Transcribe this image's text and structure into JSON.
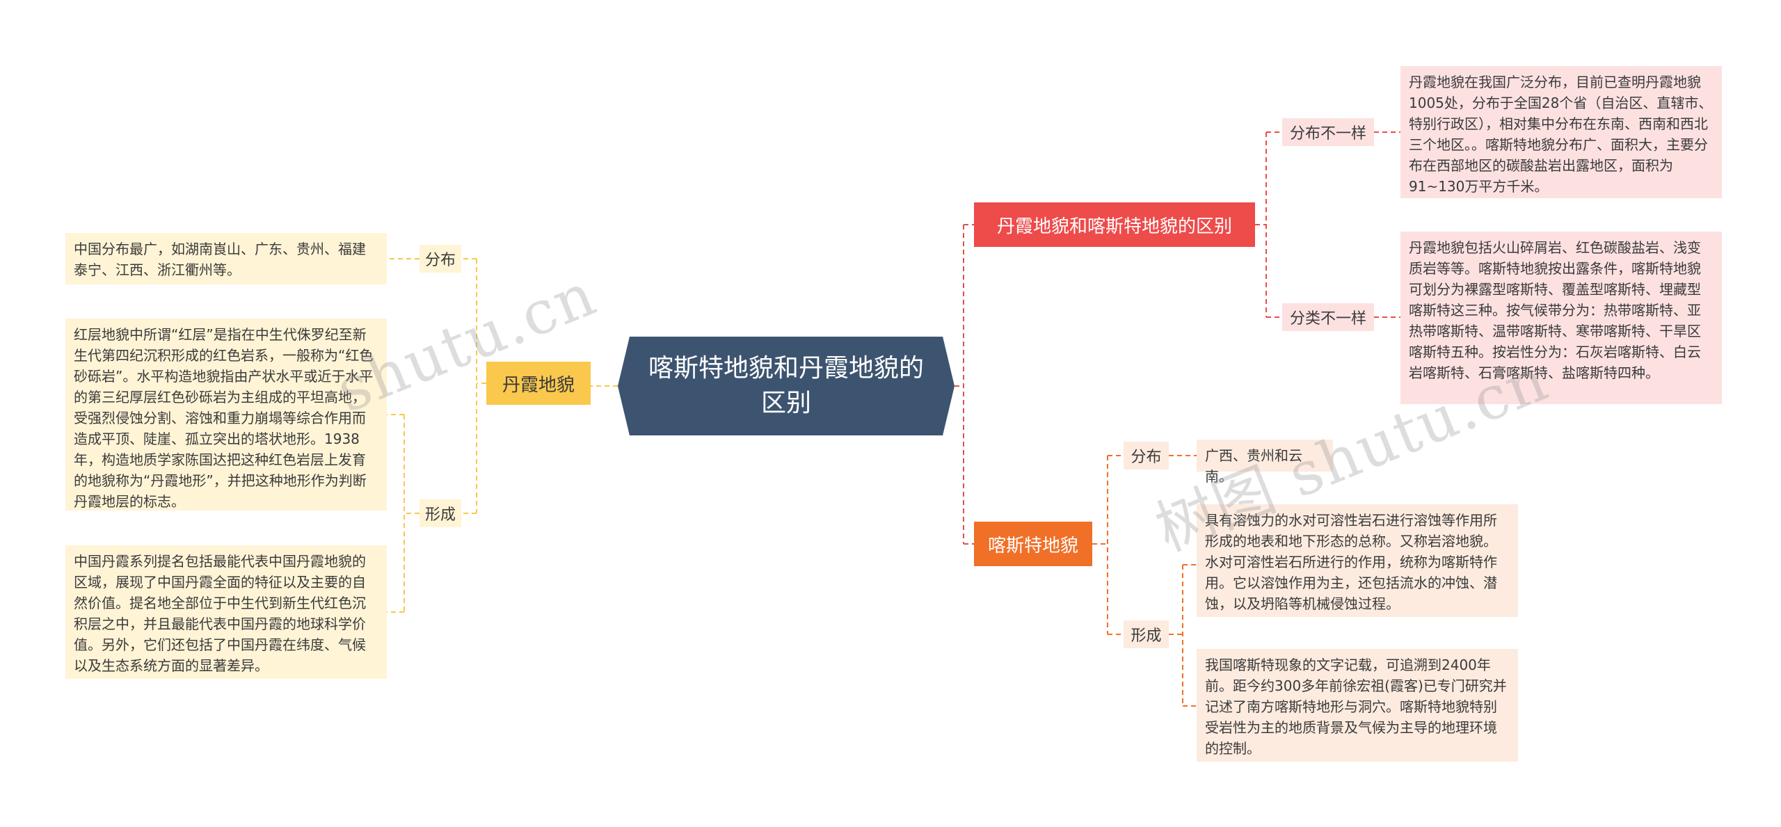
{
  "root": {
    "title": "喀斯特地貌和丹霞地貌的区别"
  },
  "left_branch": {
    "label": "丹霞地貌",
    "distribution": {
      "label": "分布",
      "text": "中国分布最广，如湖南崀山、广东、贵州、福建泰宁、江西、浙江衢州等。"
    },
    "formation": {
      "label": "形成",
      "texts": [
        "红层地貌中所谓“红层”是指在中生代侏罗纪至新生代第四纪沉积形成的红色岩系，一般称为“红色砂砾岩”。水平构造地貌指由产状水平或近于水平的第三纪厚层红色砂砾岩为主组成的平坦高地，受强烈侵蚀分割、溶蚀和重力崩塌等综合作用而造成平顶、陡崖、孤立突出的塔状地形。1938年，构造地质学家陈国达把这种红色岩层上发育的地貌称为“丹霞地形”，并把这种地形作为判断丹霞地层的标志。",
        "中国丹霞系列提名包括最能代表中国丹霞地貌的区域，展现了中国丹霞全面的特征以及主要的自然价值。提名地全部位于中生代到新生代红色沉积层之中，并且最能代表中国丹霞的地球科学价值。另外，它们还包括了中国丹霞在纬度、气候以及生态系统方面的显著差异。"
      ]
    }
  },
  "right_top_branch": {
    "label": "丹霞地貌和喀斯特地貌的区别",
    "distribution": {
      "label": "分布不一样",
      "text": "丹霞地貌在我国广泛分布，目前已查明丹霞地貌1005处，分布于全国28个省（自治区、直辖市、特别行政区），相对集中分布在东南、西南和西北三个地区。。喀斯特地貌分布广、面积大，主要分布在西部地区的碳酸盐岩出露地区，面积为91~130万平方千米。"
    },
    "classification": {
      "label": "分类不一样",
      "text": "丹霞地貌包括火山碎屑岩、红色碳酸盐岩、浅变质岩等等。喀斯特地貌按出露条件，喀斯特地貌可划分为裸露型喀斯特、覆盖型喀斯特、埋藏型喀斯特这三种。按气候带分为：热带喀斯特、亚热带喀斯特、温带喀斯特、寒带喀斯特、干旱区喀斯特五种。按岩性分为：石灰岩喀斯特、白云岩喀斯特、石膏喀斯特、盐喀斯特四种。"
    }
  },
  "right_bottom_branch": {
    "label": "喀斯特地貌",
    "distribution": {
      "label": "分布",
      "text": "广西、贵州和云南。"
    },
    "formation": {
      "label": "形成",
      "texts": [
        "具有溶蚀力的水对可溶性岩石进行溶蚀等作用所形成的地表和地下形态的总称。又称岩溶地貌。水对可溶性岩石所进行的作用，统称为喀斯特作用。它以溶蚀作用为主，还包括流水的冲蚀、潜蚀，以及坍陷等机械侵蚀过程。",
        "我国喀斯特现象的文字记载，可追溯到2400年前。距今约300多年前徐宏祖(霞客)已专门研究并记述了南方喀斯特地形与洞穴。喀斯特地貌特别受岩性为主的地质背景及气候为主导的地理环境的控制。"
      ]
    }
  },
  "watermarks": [
    "shutu.cn",
    "树图 shutu.cn"
  ],
  "colors": {
    "root_bg": "#3d5470",
    "danxia_branch": "#f9c84d",
    "difference_branch": "#ee4b4b",
    "karst_branch": "#f07028",
    "yellow_leaf": "#fff4d6",
    "red_leaf": "#fde1e1",
    "orange_leaf": "#fdebdf"
  }
}
